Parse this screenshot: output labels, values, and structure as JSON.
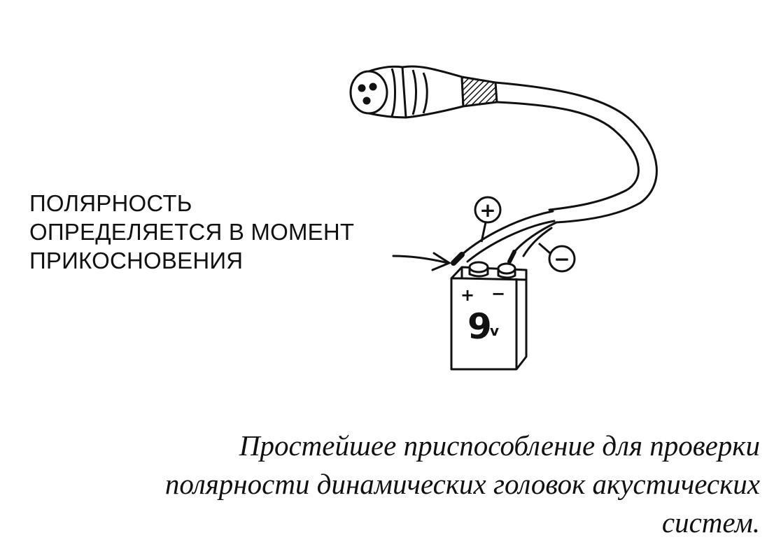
{
  "note": {
    "lines": [
      "ПОЛЯРНОСТЬ",
      "ОПРЕДЕЛЯЕТСЯ В МОМЕНТ",
      "ПРИКОСНОВЕНИЯ"
    ]
  },
  "labels": {
    "plus_sign": "+",
    "minus_sign": "−",
    "battery_plus": "+",
    "battery_minus": "−",
    "battery_nine": "9",
    "battery_unit": "v"
  },
  "caption": {
    "lines": [
      "Простейшее приспособление для проверки",
      "полярности динамических головок акустических",
      "систем."
    ]
  },
  "colors": {
    "ink": "#111111",
    "paper": "#ffffff"
  }
}
